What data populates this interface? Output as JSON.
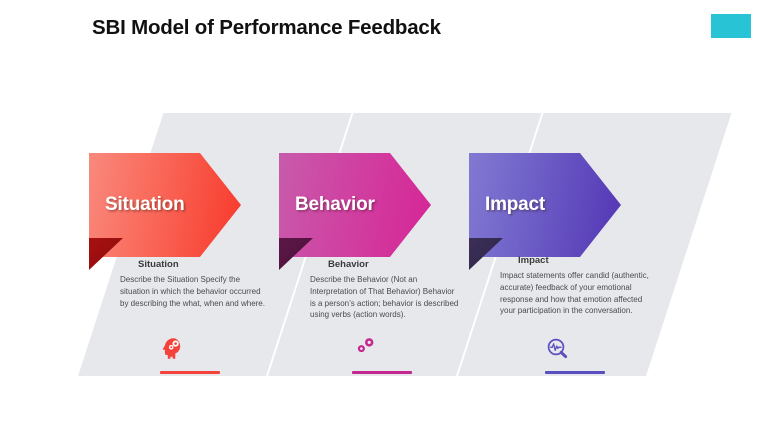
{
  "slide": {
    "title": "SBI Model of Performance Feedback",
    "background": "#ffffff",
    "deco_color": "#28c3d4"
  },
  "steps": [
    {
      "banner_label": "Situation",
      "card_title": "Situation",
      "card_body": "Describe the Situation Specify the situation in which the behavior occurred by describing the what, when and where.",
      "icon": "head-with-gears-icon",
      "accent": "#f4433a",
      "banner_from": "#f9897d",
      "banner_to": "#f8392b",
      "fold_color": "#a81010"
    },
    {
      "banner_label": "Behavior",
      "card_title": "Behavior",
      "card_body": "Describe the Behavior (Not an Interpretation of That Behavior) Behavior is a person’s action; behavior is described using verbs (action words).",
      "icon": "two-gears-icon",
      "accent": "#c42890",
      "banner_from": "#c75bab",
      "banner_to": "#d62596",
      "fold_color": "#5d1747"
    },
    {
      "banner_label": "Impact",
      "card_title": "Impact",
      "card_body": "Impact statements offer candid (authentic, accurate) feedback of your emotional response and how that emotion affected your participation in the conversation.",
      "icon": "magnifier-pulse-icon",
      "accent": "#5b4fc0",
      "banner_from": "#8279d2",
      "banner_to": "#5435b4",
      "fold_color": "#3b2f58"
    }
  ]
}
